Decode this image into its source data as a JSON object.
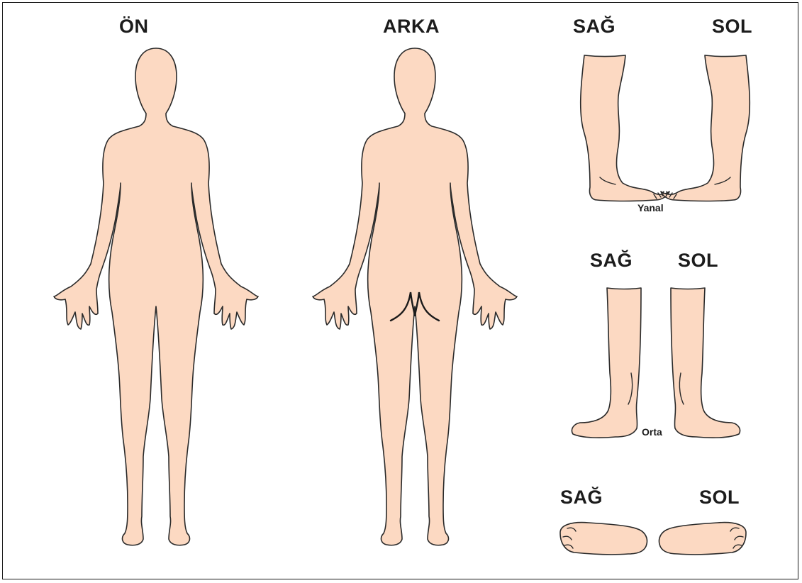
{
  "views": {
    "front_label": "ÖN",
    "back_label": "ARKA"
  },
  "lateral": {
    "right_label": "SAĞ",
    "left_label": "SOL",
    "caption": "Yanal"
  },
  "medial": {
    "right_label": "SAĞ",
    "left_label": "SOL",
    "caption": "Orta"
  },
  "soles": {
    "right_label": "SAĞ",
    "left_label": "SOL"
  },
  "colors": {
    "skin": "#fcd9c2",
    "outline": "#2a2a2a",
    "border": "#1a1a1a"
  }
}
